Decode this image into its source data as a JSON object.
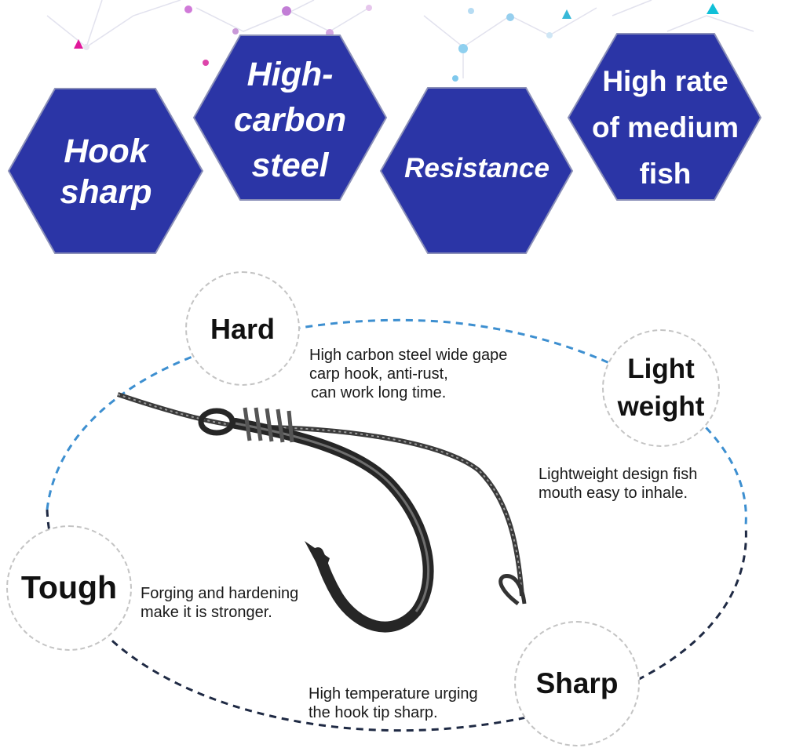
{
  "colors": {
    "hexagon_fill": "#2b35a6",
    "hexagon_border": "#8a8fb8",
    "orbit_top": "#3d8fd0",
    "orbit_bottom": "#1f2a44",
    "circle_border": "#c4c4c4"
  },
  "hexagons": [
    {
      "line1": "Hook",
      "line2": "sharp",
      "line3": ""
    },
    {
      "line1": "High-",
      "line2": "carbon",
      "line3": "steel"
    },
    {
      "line1": "Resistance",
      "line2": "",
      "line3": ""
    },
    {
      "line1": "High rate",
      "line2": "of medium",
      "line3": "fish"
    }
  ],
  "features": {
    "hard": {
      "title": "Hard",
      "desc_line1": "High carbon steel wide gape",
      "desc_line2": "carp hook, anti-rust,",
      "desc_line3": "can work long time."
    },
    "light": {
      "title_line1": "Light",
      "title_line2": "weight",
      "desc_line1": "Lightweight design fish",
      "desc_line2": "mouth easy to inhale."
    },
    "tough": {
      "title": "Tough",
      "desc_line1": "Forging and hardening",
      "desc_line2": "make it is stronger."
    },
    "sharp": {
      "title": "Sharp",
      "desc_line1": "High temperature urging",
      "desc_line2": "the hook tip sharp."
    }
  },
  "icons": {
    "background": "molecule-network-decoration",
    "hook": "fishing-hook-with-braided-line"
  }
}
